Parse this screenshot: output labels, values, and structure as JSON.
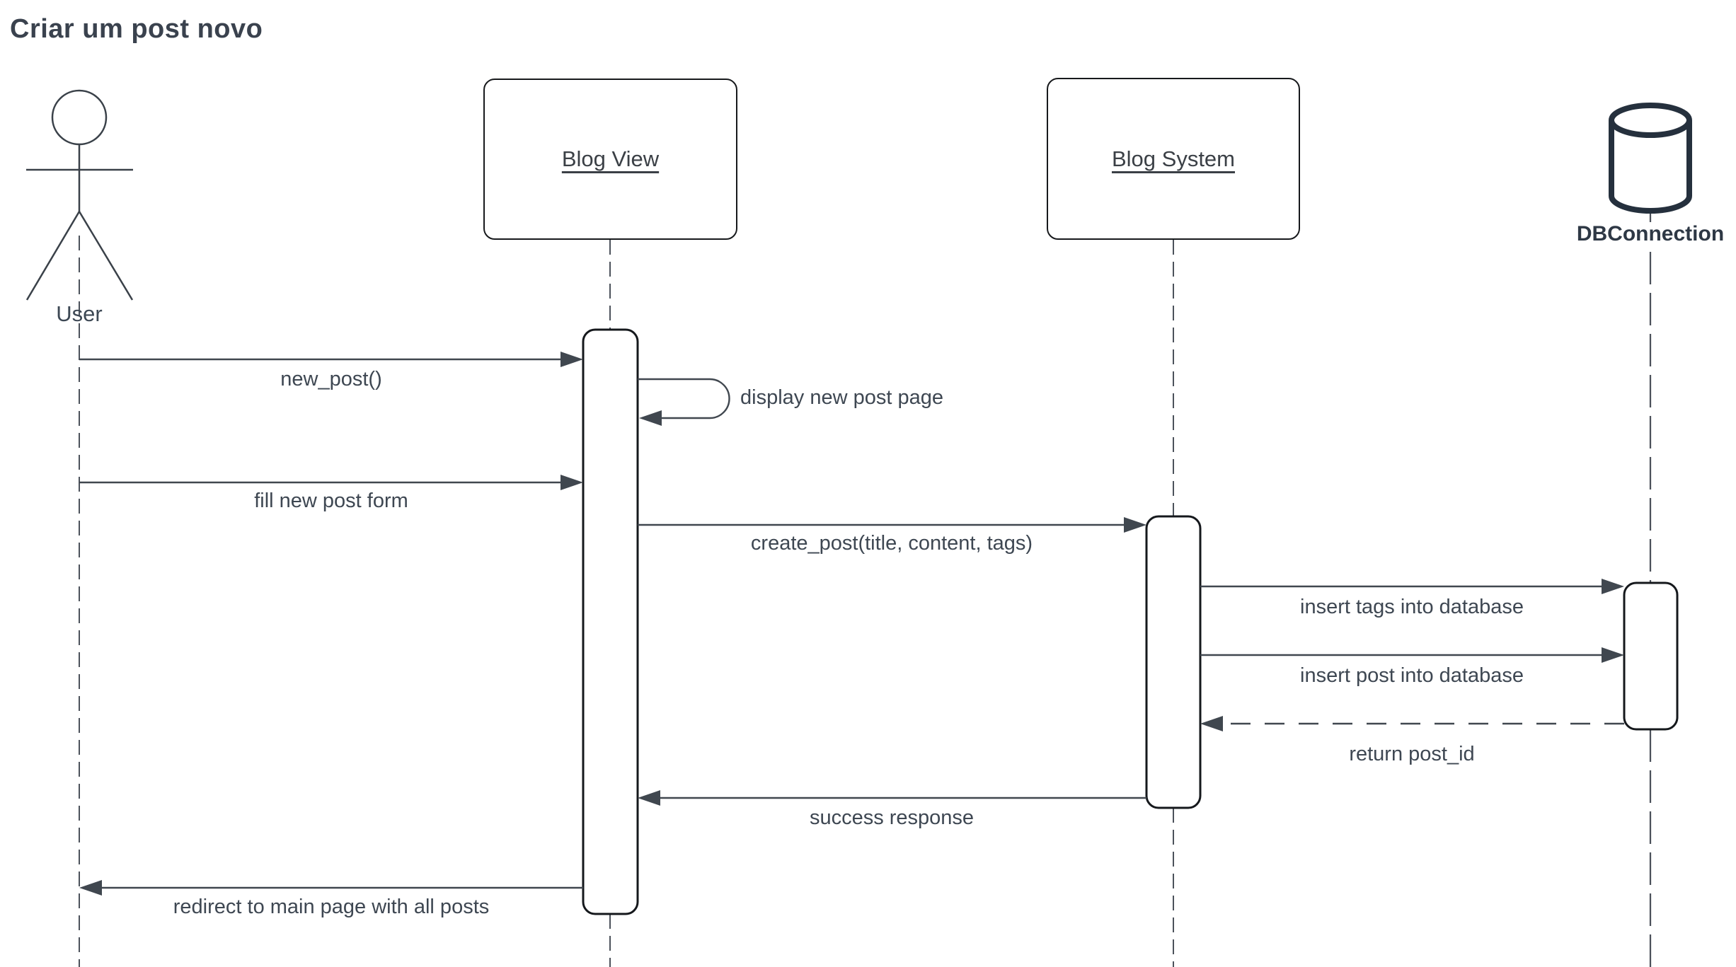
{
  "title": "Criar um post novo",
  "lifelines": [
    {
      "name": "User",
      "kind": "actor"
    },
    {
      "name": "Blog View",
      "kind": "object"
    },
    {
      "name": "Blog System",
      "kind": "object"
    },
    {
      "name": "DBConnection",
      "kind": "database"
    }
  ],
  "messages": [
    {
      "from": "User",
      "to": "Blog View",
      "label": "new_post()",
      "line": "solid",
      "direction": "right"
    },
    {
      "from": "Blog View",
      "to": "Blog View",
      "label": "display new post page",
      "line": "solid",
      "direction": "self"
    },
    {
      "from": "User",
      "to": "Blog View",
      "label": "fill new post form",
      "line": "solid",
      "direction": "right"
    },
    {
      "from": "Blog View",
      "to": "Blog System",
      "label": "create_post(title, content, tags)",
      "line": "solid",
      "direction": "right"
    },
    {
      "from": "Blog System",
      "to": "DBConnection",
      "label": "insert tags into database",
      "line": "solid",
      "direction": "right"
    },
    {
      "from": "Blog System",
      "to": "DBConnection",
      "label": "insert post into database",
      "line": "solid",
      "direction": "right"
    },
    {
      "from": "DBConnection",
      "to": "Blog System",
      "label": "return post_id",
      "line": "dashed",
      "direction": "left"
    },
    {
      "from": "Blog System",
      "to": "Blog View",
      "label": "success response",
      "line": "solid",
      "direction": "left"
    },
    {
      "from": "Blog View",
      "to": "User",
      "label": "redirect to main page with all posts",
      "line": "solid",
      "direction": "left"
    }
  ],
  "colors": {
    "background": "#ffffff",
    "title_text": "#3a424e",
    "label_text": "#3e4752",
    "line": "#40474f",
    "box_border": "#17191c",
    "db_icon": "#25303d",
    "lifeline": "#4c525b"
  }
}
